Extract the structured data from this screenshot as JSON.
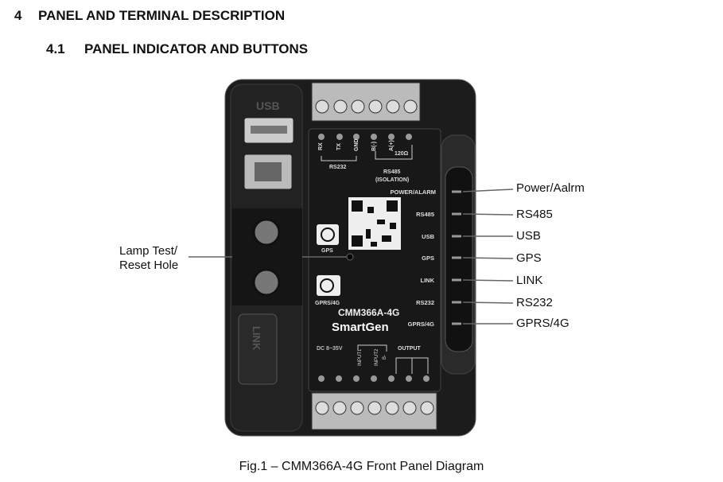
{
  "heading": {
    "number": "4",
    "title": "PANEL AND TERMINAL DESCRIPTION"
  },
  "subheading": {
    "number": "4.1",
    "title": "PANEL INDICATOR AND BUTTONS"
  },
  "device": {
    "model": "CMM366A-4G",
    "brand": "SmartGen",
    "usb_label": "USB",
    "link_label": "LINK",
    "top_terminals": {
      "pins": [
        "RX",
        "TX",
        "GND",
        "B(-)",
        "A(+)",
        "120Ω"
      ],
      "group1": "RS232",
      "group2": "RS485",
      "group2_sub": "(ISOLATION)"
    },
    "bottom_terminals": {
      "power": "DC 8~35V",
      "pins": [
        "INPUT1",
        "INPUT2",
        "B-"
      ],
      "output": "OUTPUT"
    },
    "gps_icon_label": "GPS",
    "gprs_icon_label": "GPRS/4G",
    "led_labels": [
      "POWER/ALARM",
      "RS485",
      "USB",
      "GPS",
      "LINK",
      "RS232",
      "GPRS/4G"
    ]
  },
  "callouts": {
    "lamp_test": [
      "Lamp Test/",
      "Reset Hole"
    ],
    "leds": [
      "Power/Aalrm",
      "RS485",
      "USB",
      "GPS",
      "LINK",
      "RS232",
      "GPRS/4G"
    ]
  },
  "caption": "Fig.1 – CMM366A-4G Front Panel Diagram"
}
